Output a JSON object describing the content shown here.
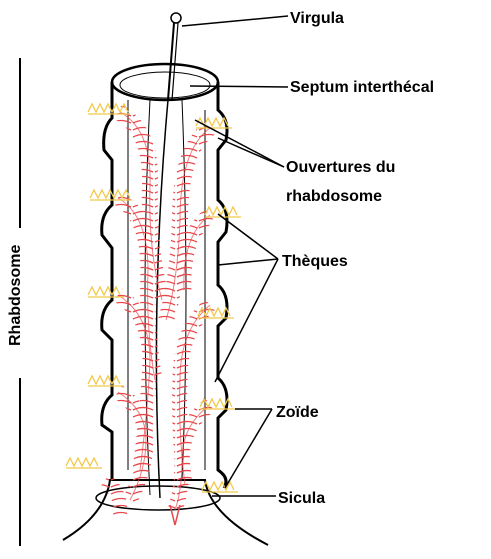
{
  "labels": {
    "virgula": "Virgula",
    "septum": "Septum interthécal",
    "ouvertures_line1": "Ouvertures du",
    "ouvertures_line2": "rhabdosome",
    "theques": "Thèques",
    "zoide": "Zoïde",
    "sicula": "Sicula",
    "rhabdosome": "Rhabdosome"
  },
  "colors": {
    "outline": "#000000",
    "zooid_red": "#e8474b",
    "tentacle_yellow": "#f2c94c"
  }
}
